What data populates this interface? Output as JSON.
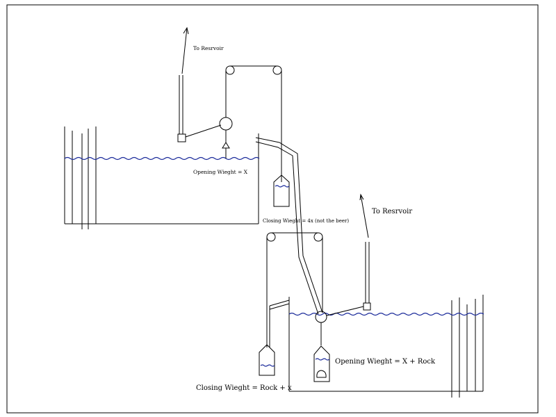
{
  "labels": {
    "to_reservoir_top": "To Resrvoir",
    "opening_weight_top": "Opening Wieght = X",
    "closing_weight_top": "Closing Wieght = 4x (not the beer)",
    "to_reservoir_bottom": "To Resrvoir",
    "opening_weight_bottom": "Opening Wieght = X + Rock",
    "closing_weight_bottom": "Closing Wieght = Rock + x"
  },
  "colors": {
    "line": "#000000",
    "water": "#1a2a9a",
    "background": "#ffffff"
  }
}
